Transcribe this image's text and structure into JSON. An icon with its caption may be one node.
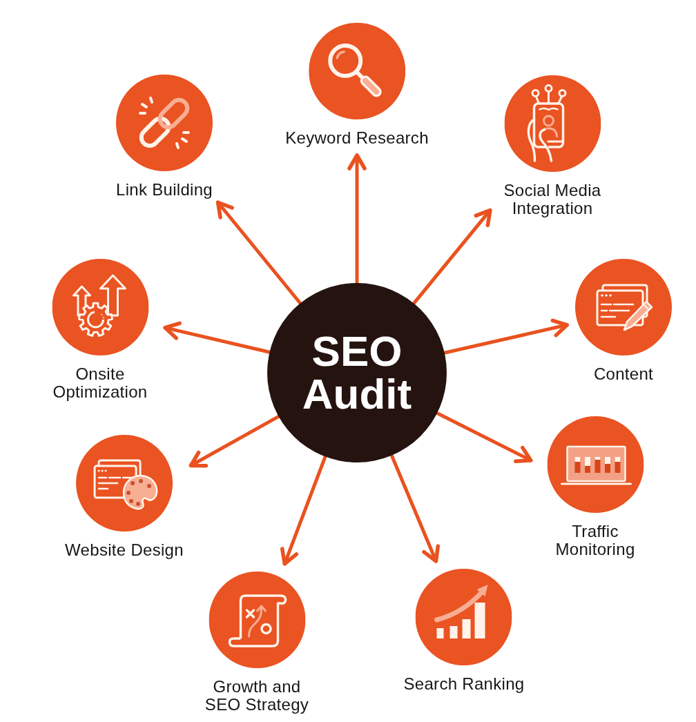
{
  "diagram": {
    "nodes": [
      {
        "text": [
          "SEO Audit"
        ]
      },
      {
        "text": [
          "Keyword Research"
        ]
      },
      {
        "text": [
          "Social Media Integration"
        ]
      },
      {
        "text": [
          "Content"
        ]
      },
      {
        "text": [
          "Traffic Monitoring"
        ]
      },
      {
        "text": [
          "Search Ranking"
        ]
      },
      {
        "text": [
          "Growth and SEO Strategy"
        ]
      },
      {
        "text": [
          "Website Design"
        ]
      },
      {
        "text": [
          "Onsite Optimization"
        ]
      },
      {
        "text": [
          "Link Building"
        ]
      }
    ],
    "edges": [
      {
        "from": 0,
        "to": 1,
        "arrow": "to"
      },
      {
        "from": 0,
        "to": 2,
        "arrow": "to"
      },
      {
        "from": 0,
        "to": 3,
        "arrow": "to"
      },
      {
        "from": 0,
        "to": 4,
        "arrow": "to"
      },
      {
        "from": 0,
        "to": 5,
        "arrow": "to"
      },
      {
        "from": 0,
        "to": 6,
        "arrow": "to"
      },
      {
        "from": 0,
        "to": 7,
        "arrow": "to"
      },
      {
        "from": 0,
        "to": 8,
        "arrow": "to"
      },
      {
        "from": 0,
        "to": 9,
        "arrow": "to"
      }
    ]
  }
}
